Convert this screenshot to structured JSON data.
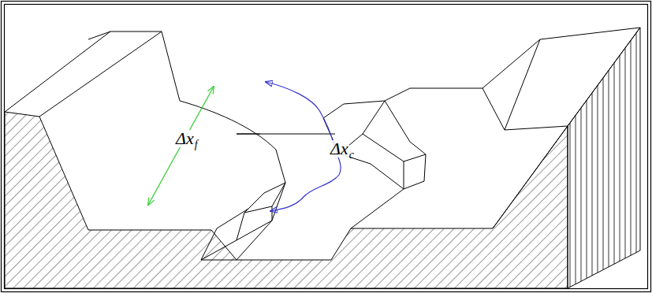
{
  "diagram": {
    "labels": [
      "Δx",
      "f",
      "Δx",
      "c"
    ]
  }
}
